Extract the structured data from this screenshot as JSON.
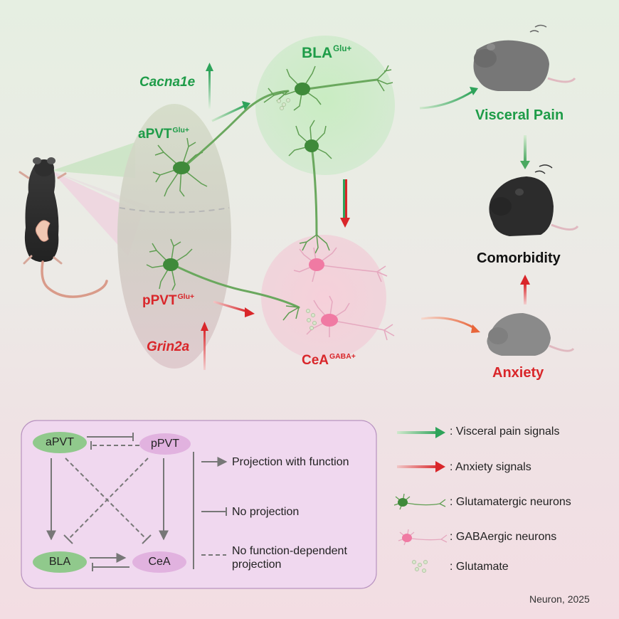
{
  "regions": {
    "bla": {
      "name": "BLA",
      "sup": "Glu+"
    },
    "apvt": {
      "name": "aPVT",
      "sup": "Glu+"
    },
    "ppvt": {
      "name": "pPVT",
      "sup": "Glu+"
    },
    "cea": {
      "name": "CeA",
      "sup": "GABA+"
    }
  },
  "genes": {
    "cacna1e": "Cacna1e",
    "grin2a": "Grin2a"
  },
  "outcomes": {
    "visceral_pain": "Visceral Pain",
    "comorbidity": "Comorbidity",
    "anxiety": "Anxiety"
  },
  "key": {
    "nodes": {
      "apvt": "aPVT",
      "ppvt": "pPVT",
      "bla": "BLA",
      "cea": "CeA"
    },
    "projection_with_function": "Projection with function",
    "no_projection": "No projection",
    "no_function_dependent_line1": "No function-dependent",
    "no_function_dependent_line2": "projection"
  },
  "legend": {
    "visceral": ": Visceral pain signals",
    "anxiety": ": Anxiety signals",
    "glutamatergic": ": Glutamatergic  neurons",
    "gabaergic": ": GABAergic neurons",
    "glutamate": ": Glutamate"
  },
  "colors": {
    "green": "#1e9c48",
    "red": "#d9262a",
    "key_green": "#90c98c",
    "key_pink": "#e1b2df"
  },
  "credit": "Neuron, 2025"
}
